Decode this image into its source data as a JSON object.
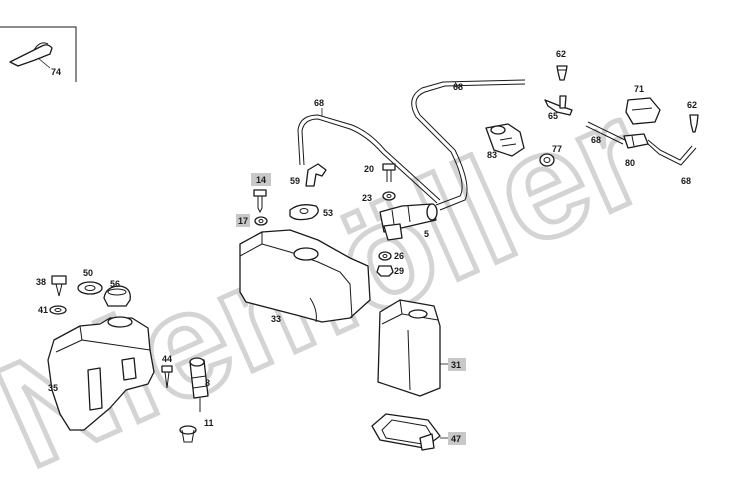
{
  "watermark": {
    "text": "Niemöller",
    "color": "#d4d4d4"
  },
  "highlight_color": "#c8c8c8",
  "labels": {
    "p74": "74",
    "p62a": "62",
    "p62b": "62",
    "p68a": "68",
    "p68b": "68",
    "p68c": "68",
    "p68d": "68",
    "p71": "71",
    "p65": "65",
    "p83": "83",
    "p77": "77",
    "p80": "80",
    "p20": "20",
    "p59": "59",
    "p23": "23",
    "p14": "14",
    "p53": "53",
    "p17": "17",
    "p5": "5",
    "p26": "26",
    "p29": "29",
    "p38": "38",
    "p50": "50",
    "p56": "56",
    "p41": "41",
    "p33": "33",
    "p31": "31",
    "p44": "44",
    "p35": "35",
    "p8": "8",
    "p11": "11",
    "p47": "47"
  },
  "highlighted_parts": [
    "14",
    "17",
    "31",
    "47"
  ]
}
